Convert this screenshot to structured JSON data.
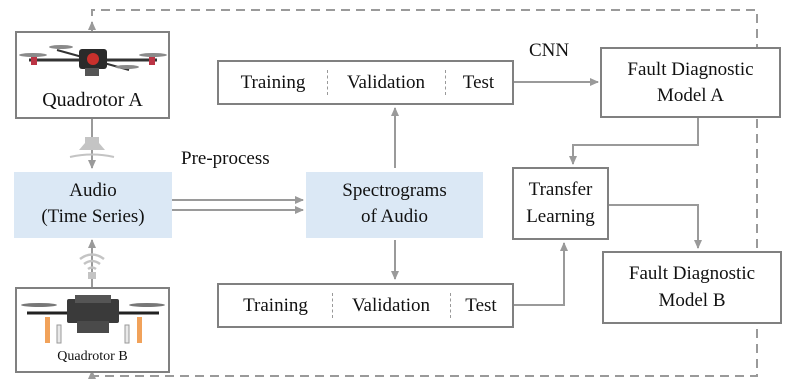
{
  "quadrotor_a": {
    "label": "Quadrotor A"
  },
  "quadrotor_b": {
    "label": "Quadrotor B"
  },
  "audio": {
    "line1": "Audio",
    "line2": "(Time Series)"
  },
  "preprocess_label": "Pre-process",
  "spectrograms": {
    "line1": "Spectrograms",
    "line2": "of Audio"
  },
  "split_top": {
    "training": "Training",
    "validation": "Validation",
    "test": "Test"
  },
  "split_bottom": {
    "training": "Training",
    "validation": "Validation",
    "test": "Test"
  },
  "cnn_label": "CNN",
  "model_a": {
    "line1": "Fault Diagnostic",
    "line2": "Model A"
  },
  "transfer": {
    "line1": "Transfer",
    "line2": "Learning"
  },
  "model_b": {
    "line1": "Fault Diagnostic",
    "line2": "Model B"
  },
  "icons": [
    "drone-photo",
    "drone-photo",
    "speaker-icon",
    "wifi-signal-icon"
  ],
  "colors": {
    "box_border": "#808080",
    "audio_fill": "#dbe8f5",
    "arrow": "#9a9a9a"
  }
}
